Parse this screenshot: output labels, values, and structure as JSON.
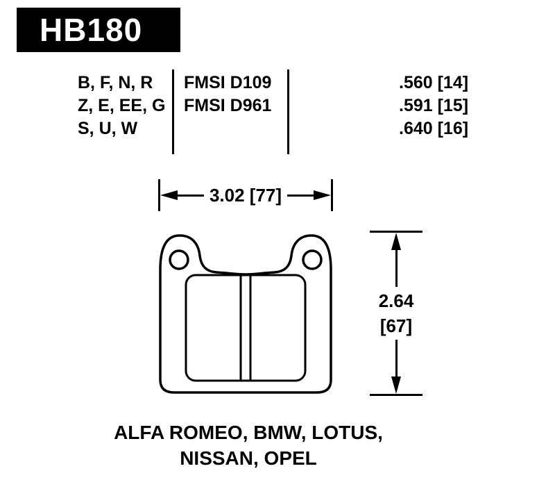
{
  "part": {
    "number": "HB180"
  },
  "spec_table": {
    "compounds": [
      "B, F, N, R",
      "Z, E, EE, G",
      "S, U, W"
    ],
    "fmsi": [
      "FMSI D109",
      "FMSI D961"
    ],
    "thickness": [
      ".560 [14]",
      ".591 [15]",
      ".640 [16]"
    ]
  },
  "dimensions": {
    "width_label": "3.02 [77]",
    "height_in": "2.64",
    "height_mm": "[67]"
  },
  "applications": {
    "line1": "ALFA ROMEO, BMW, LOTUS,",
    "line2": "NISSAN, OPEL"
  },
  "colors": {
    "ink": "#000000",
    "paper": "#ffffff"
  }
}
